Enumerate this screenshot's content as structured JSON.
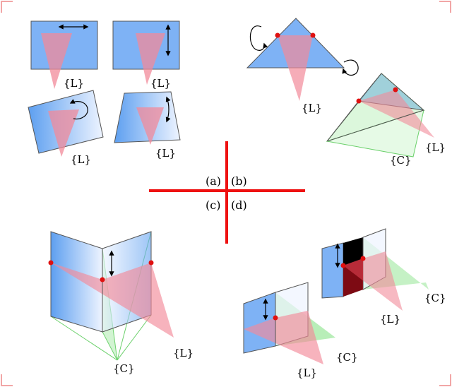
{
  "figure": {
    "panel_labels": [
      "(a)",
      "(b)",
      "(c)",
      "(d)"
    ],
    "frame_labels": {
      "laser": "{L}",
      "camera": "{C}"
    },
    "colors": {
      "divider": "#ee1111",
      "plane_blue": "#6fa8f0",
      "laser_pink": "#f28a9a",
      "camera_green": "#7ee07e",
      "point_red": "#e01010",
      "corner_marks": "#f2a6a6"
    }
  }
}
